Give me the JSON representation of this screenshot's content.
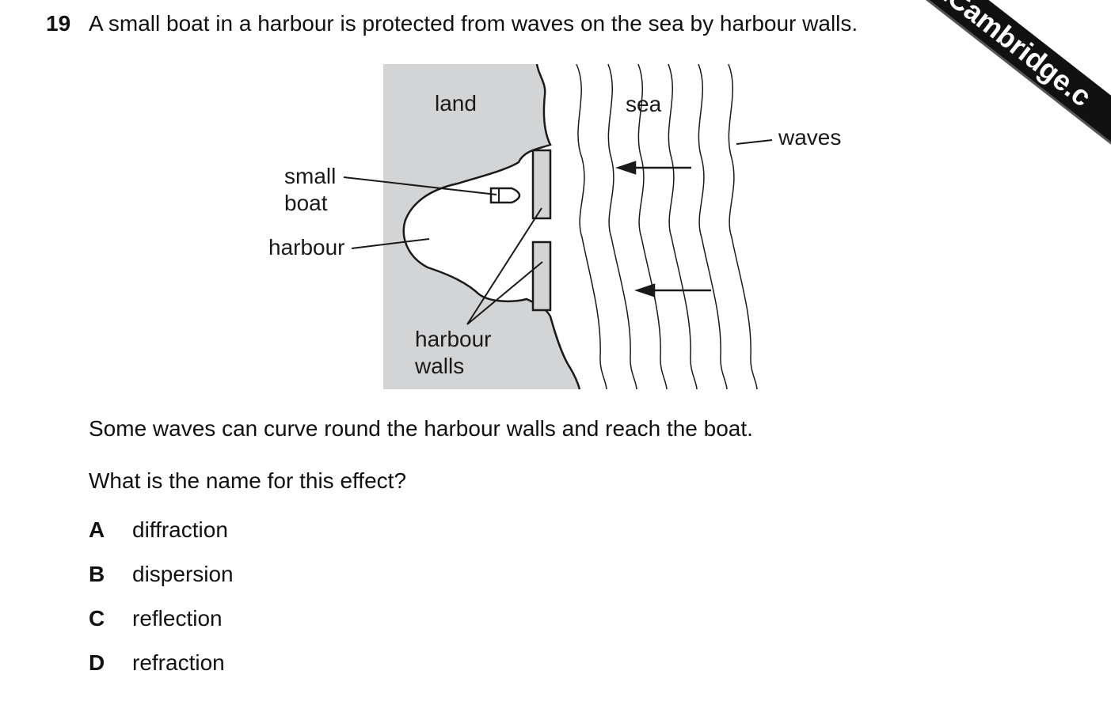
{
  "question": {
    "number": "19",
    "text": "A small boat in a harbour is protected from waves on the sea by harbour walls."
  },
  "diagram": {
    "labels": {
      "land": "land",
      "sea": "sea",
      "waves": "waves",
      "small_boat_line1": "small",
      "small_boat_line2": "boat",
      "harbour": "harbour",
      "harbour_walls_line1": "harbour",
      "harbour_walls_line2": "walls"
    },
    "colors": {
      "land": "#d3d4d6",
      "ink": "#1a1a1a"
    }
  },
  "statement": "Some waves can curve round the harbour walls and reach the boat.",
  "prompt": "What is the name for this effect?",
  "options": [
    {
      "letter": "A",
      "text": "diffraction"
    },
    {
      "letter": "B",
      "text": "dispersion"
    },
    {
      "letter": "C",
      "text": "reflection"
    },
    {
      "letter": "D",
      "text": "refraction"
    }
  ],
  "watermark": "aCambridge.c"
}
